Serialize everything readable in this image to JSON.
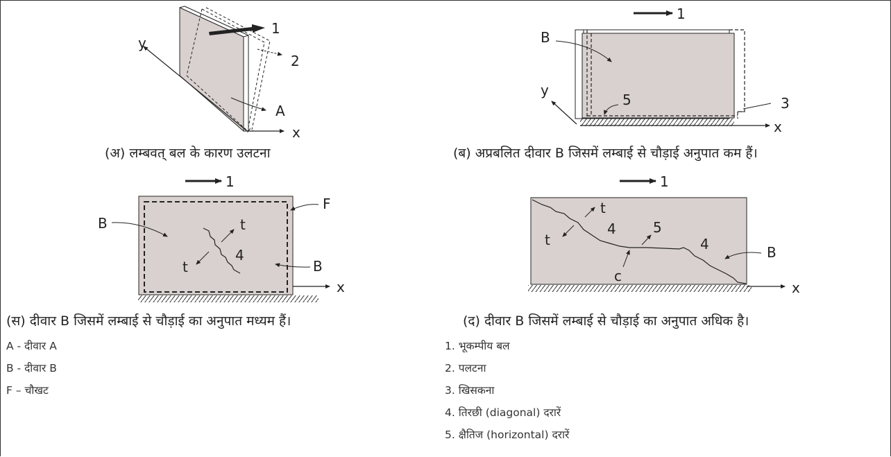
{
  "figures": {
    "a": {
      "caption": "(अ)   लम्बवत् बल के कारण उलटना",
      "labels": {
        "force": "1",
        "overturn": "2",
        "wall": "A",
        "y": "y",
        "x": "x"
      }
    },
    "b": {
      "caption": "(ब)   अप्रबलित दीवार B जिसमें लम्बाई से चौड़ाई अनुपात कम हैं।",
      "labels": {
        "force": "1",
        "wall": "B",
        "horiz_crack": "5",
        "sliding": "3",
        "y": "y",
        "x": "x"
      }
    },
    "c": {
      "caption": "(स)  दीवार B जिसमें लम्बाई से चौड़ाई का अनुपात मध्यम हैं।",
      "labels": {
        "force": "1",
        "wall_left": "B",
        "wall_right": "B",
        "frame": "F",
        "t_top": "t",
        "t_bottom": "t",
        "diag_crack": "4",
        "x": "x"
      }
    },
    "d": {
      "caption": "(द)   दीवार B जिसमें लम्बाई से चौड़ाई का अनुपात अधिक है।",
      "labels": {
        "force": "1",
        "t_top": "t",
        "t_left": "t",
        "diag_left": "4",
        "horiz": "5",
        "diag_right": "4",
        "wall": "B",
        "c": "c",
        "x": "x"
      }
    }
  },
  "legend_left": [
    "A - दीवार A",
    "B - दीवार B",
    "F – चौखट"
  ],
  "legend_right": [
    "1. भूकम्पीय बल",
    "2. पलटना",
    "3. खिसकना",
    "4. तिरछी (diagonal) दरारें",
    "5. क्षैतिज (horizontal) दरारें"
  ],
  "colors": {
    "wall_fill": "#d9d1cf",
    "line": "#222222"
  }
}
